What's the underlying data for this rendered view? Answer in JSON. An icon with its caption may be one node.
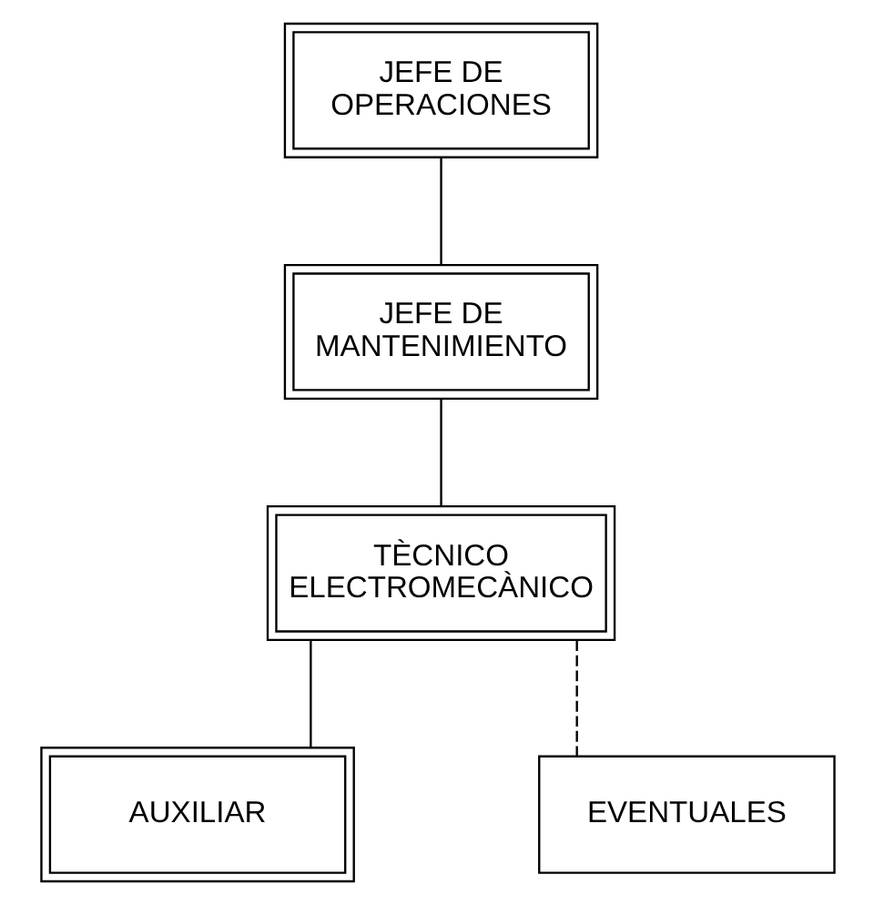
{
  "diagram": {
    "nodes": [
      {
        "text": [
          "JEFE DE OPERACIONES"
        ]
      },
      {
        "text": [
          "JEFE DE MANTENIMIENTO"
        ]
      },
      {
        "text": [
          "TÈCNICO ELECTROMECÀNICO"
        ]
      },
      {
        "text": [
          "AUXILIAR"
        ]
      },
      {
        "text": [
          "EVENTUALES"
        ]
      }
    ],
    "edges": [
      {
        "from": 0,
        "to": 1,
        "arrow": "none"
      },
      {
        "from": 1,
        "to": 2,
        "arrow": "none"
      },
      {
        "from": 2,
        "to": 3,
        "arrow": "none"
      },
      {
        "from": 2,
        "to": 4,
        "arrow": "none",
        "style": "dashed"
      }
    ]
  }
}
